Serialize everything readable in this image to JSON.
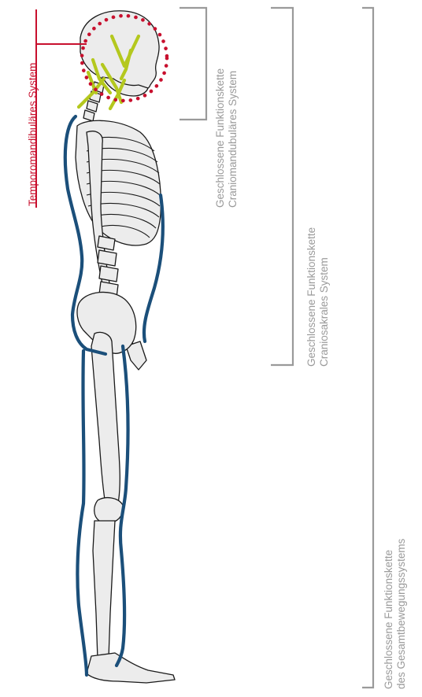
{
  "colors": {
    "red": "#c8102e",
    "green": "#b4c81e",
    "blue": "#1b4f7a",
    "bracket_gray": "#9a9a9a",
    "bone": "#ececec",
    "bone_outline": "#1a1a1a"
  },
  "labels": {
    "temporomandibular": "Temporomandibuläres System",
    "chain1": {
      "line1": "Geschlossene Funktionskette",
      "line2": "Craniomandubuläres System"
    },
    "chain2": {
      "line1": "Geschlossene Funktionskette",
      "line2": "Craniosakrales System"
    },
    "chain3": {
      "line1": "Geschlossene Funktionskette",
      "line2": "des Gesamtbewegungssystems"
    }
  }
}
